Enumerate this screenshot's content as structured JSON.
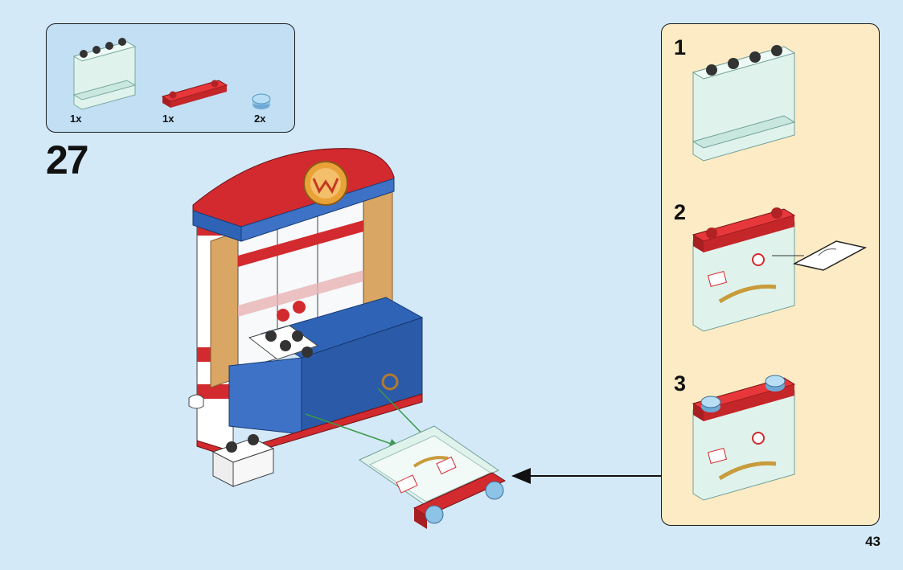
{
  "parts": [
    {
      "qty": "1x",
      "part_icon": "transparent-panel-1x4x3-icon"
    },
    {
      "qty": "1x",
      "part_icon": "red-plate-1x4-icon"
    },
    {
      "qty": "2x",
      "part_icon": "transparent-light-blue-round-stud-icon"
    }
  ],
  "step": {
    "number": "27"
  },
  "sub_steps": [
    {
      "number": "1"
    },
    {
      "number": "2"
    },
    {
      "number": "3"
    }
  ],
  "page": {
    "number": "43"
  },
  "colors": {
    "background": "#d3e9f8",
    "parts_box": "#c2dff4",
    "sub_panel": "#fcebc4",
    "brick_red": "#d22a2e",
    "brick_blue": "#2f63b6",
    "trans_panel": "#dff3ec",
    "tan": "#d9a663"
  }
}
